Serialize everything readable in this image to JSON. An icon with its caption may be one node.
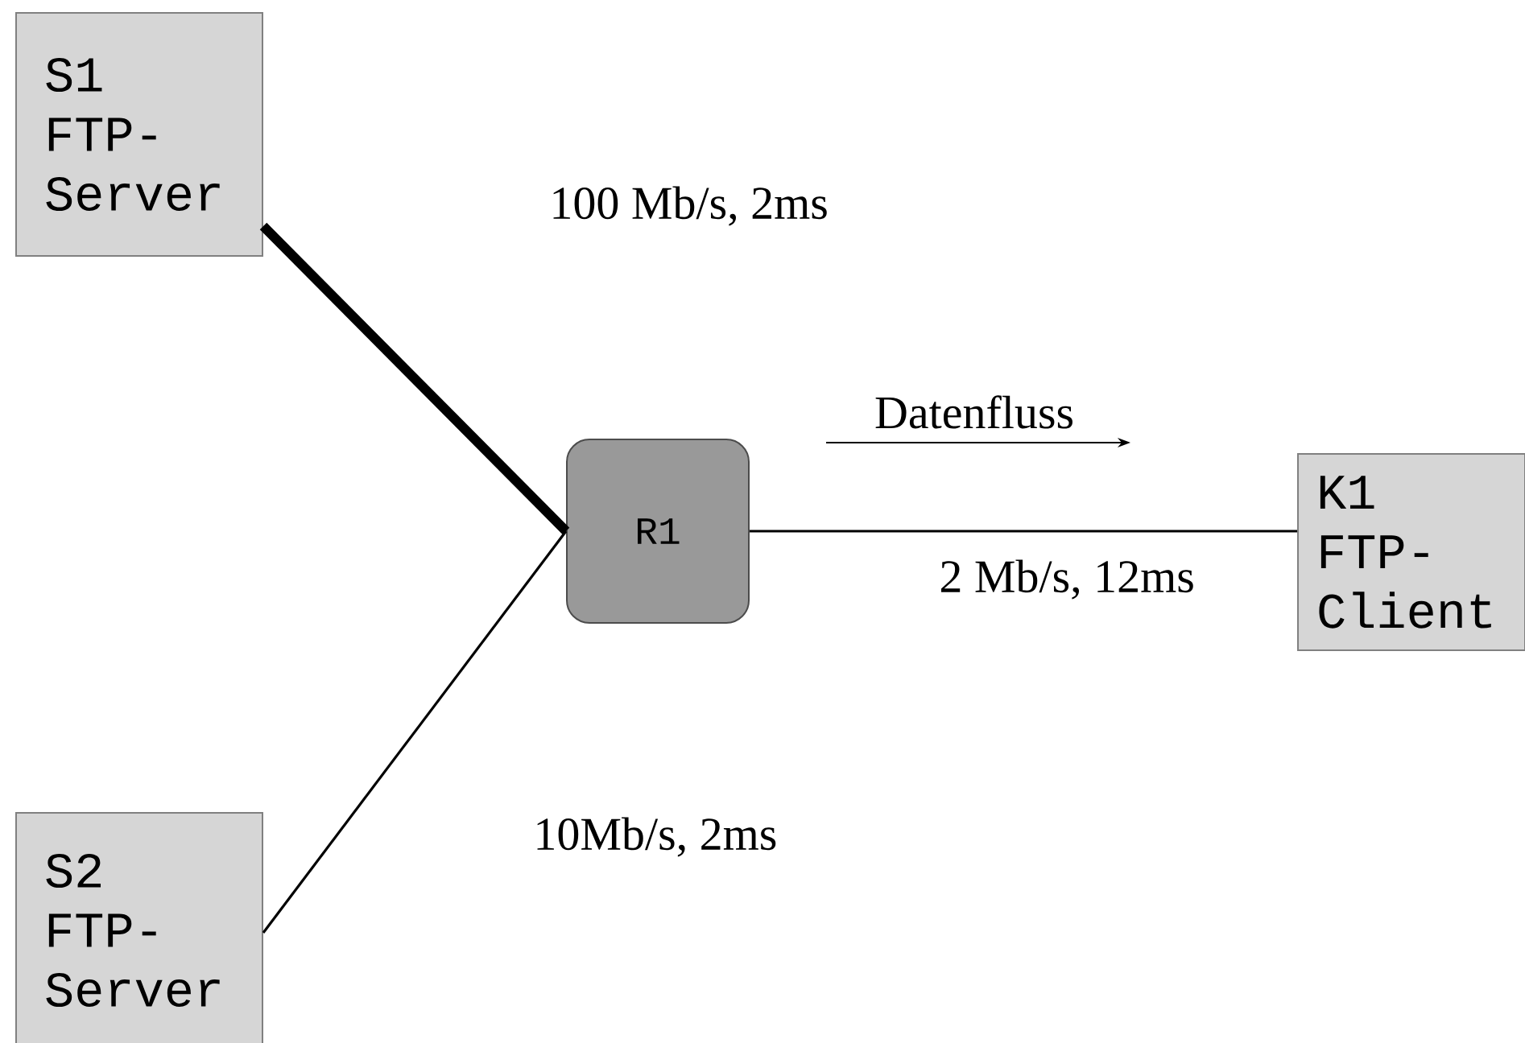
{
  "diagram": {
    "nodes": [
      {
        "text": [
          "S1 FTP-Server"
        ]
      },
      {
        "text": [
          "S2 FTP-Server"
        ]
      },
      {
        "text": [
          "R1"
        ]
      },
      {
        "text": [
          "K1 FTP-Client"
        ]
      }
    ],
    "edges": [
      {
        "from": 0,
        "to": 2,
        "arrow": "none",
        "label": "100 Mb/s, 2ms",
        "style": "thick"
      },
      {
        "from": 1,
        "to": 2,
        "arrow": "none",
        "label": "10Mb/s, 2ms"
      },
      {
        "from": 2,
        "to": 3,
        "arrow": "none",
        "label": "2 Mb/s, 12ms"
      }
    ],
    "labels": [
      "Datenfluss"
    ]
  }
}
